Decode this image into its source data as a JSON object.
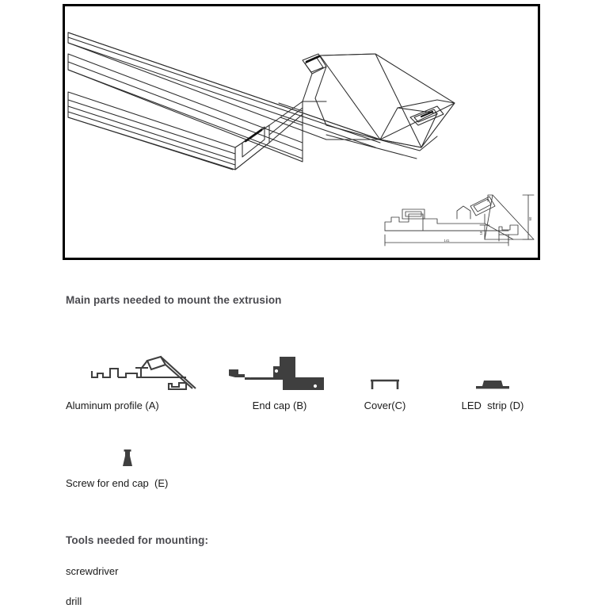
{
  "document": {
    "figure": {
      "name": "aluminum-extrusion-isometric-drawing",
      "description": "Isometric line drawing of an LED aluminum extrusion profile with an inset cross-section dimension view"
    },
    "sections": [
      {
        "heading": "Main parts needed to mount the extrusion",
        "parts": [
          {
            "label": "Aluminum profile (A)",
            "icon": "aluminum-profile-icon"
          },
          {
            "label": "End cap (B)",
            "icon": "end-cap-icon"
          },
          {
            "label": "Cover(C)",
            "icon": "cover-icon"
          },
          {
            "label": "LED  strip (D)",
            "icon": "led-strip-icon"
          },
          {
            "label": "Screw for end cap  (E)",
            "icon": "screw-icon"
          }
        ]
      },
      {
        "heading": "Tools needed for mounting:",
        "tools": [
          "screwdriver",
          "drill"
        ]
      }
    ]
  },
  "colors": {
    "heading": "#4a4a4f",
    "body_text": "#1a1a1a",
    "frame_border": "#000000",
    "part_silhouette": "#3f3f3f",
    "page_background": "#ffffff"
  }
}
